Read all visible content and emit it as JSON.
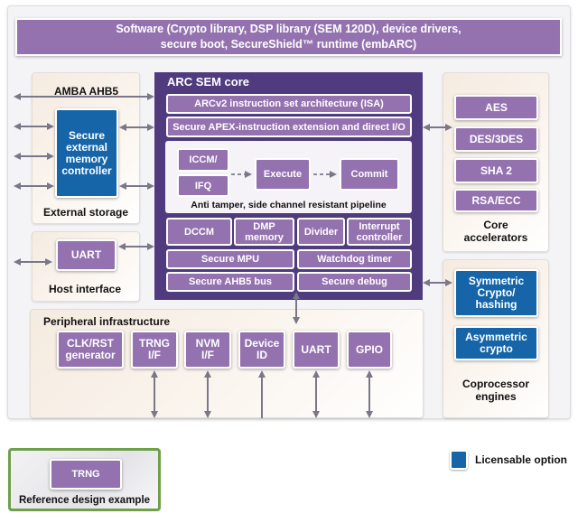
{
  "software": {
    "line1": "Software (Crypto library, DSP library (SEM 120D), device drivers,",
    "line2": "secure boot, SecureShield™ runtime (embARC)"
  },
  "external_storage": {
    "bus_label": "AMBA AHB5",
    "controller": [
      "Secure",
      "external",
      "memory",
      "controller"
    ],
    "title": "External storage"
  },
  "host_interface": {
    "box": "UART",
    "title": "Host interface"
  },
  "core": {
    "title": "ARC SEM core",
    "isa": "ARCv2 instruction set architecture (ISA)",
    "apex": "Secure APEX-instruction extension and direct I/O",
    "pipeline": {
      "iccm": "ICCM/",
      "ifq": "IFQ",
      "execute": "Execute",
      "commit": "Commit",
      "caption": "Anti tamper, side channel resistant pipeline"
    },
    "row1": [
      {
        "l1": "DCCM",
        "l2": ""
      },
      {
        "l1": "DMP",
        "l2": "memory"
      },
      {
        "l1": "Divider",
        "l2": ""
      },
      {
        "l1": "Interrupt",
        "l2": "controller"
      }
    ],
    "row2": [
      "Secure MPU",
      "Watchdog timer"
    ],
    "row3": [
      "Secure AHB5 bus",
      "Secure debug"
    ]
  },
  "core_accelerators": {
    "items": [
      "AES",
      "DES/3DES",
      "SHA 2",
      "RSA/ECC"
    ],
    "title_l1": "Core",
    "title_l2": "accelerators"
  },
  "coprocessor": {
    "sym": [
      "Symmetric",
      "Crypto/",
      "hashing"
    ],
    "asym": [
      "Asymmetric",
      "crypto"
    ],
    "title_l1": "Coprocessor",
    "title_l2": "engines"
  },
  "peripheral": {
    "title": "Peripheral infrastructure",
    "items": [
      {
        "l1": "CLK/RST",
        "l2": "generator"
      },
      {
        "l1": "TRNG",
        "l2": "I/F"
      },
      {
        "l1": "NVM",
        "l2": "I/F"
      },
      {
        "l1": "Device",
        "l2": "ID"
      },
      {
        "l1": "UART",
        "l2": ""
      },
      {
        "l1": "GPIO",
        "l2": ""
      }
    ]
  },
  "reference": {
    "box": "TRNG",
    "caption": "Reference design example"
  },
  "legend": {
    "label": "Licensable option",
    "color": "#1565a8"
  },
  "colors": {
    "purple_box": "#9472b0",
    "core_bg": "#4f3b7d",
    "licensable_blue": "#1565a8",
    "reference_border": "#6ea04a",
    "arrow": "#7a7888"
  }
}
